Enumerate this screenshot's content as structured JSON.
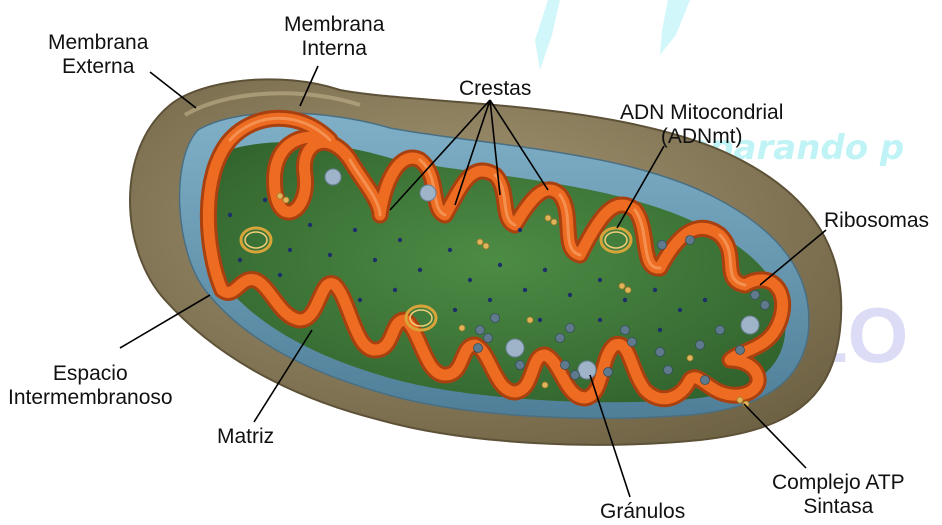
{
  "labels": {
    "membrana_externa": [
      "Membrana",
      "Externa"
    ],
    "membrana_interna": [
      "Membrana",
      "Interna"
    ],
    "crestas": "Crestas",
    "adn_mitocondrial": [
      "ADN Mitocondrial",
      "(ADNmt)"
    ],
    "ribosomas": "Ribosomas",
    "espacio_intermembranoso": [
      "Espacio",
      "Intermembranoso"
    ],
    "matriz": "Matriz",
    "granulos": "Gránulos",
    "complejo_atp": [
      "Complejo ATP",
      "Sintasa"
    ]
  },
  "watermark": {
    "text": "¡Preparando p",
    "logo_fragment": "LO"
  },
  "colors": {
    "outer_membrane": "#8d7f5c",
    "inner_membrane": "#e8621e",
    "intermembrane_space": "#6f9cb4",
    "matrix": "#3f7b3a",
    "dna_ring": "#d9a43a",
    "granule": "#9fb3c9",
    "ribosome_dot": "#1d2f6b",
    "atp_synthase": "#e0b45a",
    "watermark": "#bff3f6"
  }
}
